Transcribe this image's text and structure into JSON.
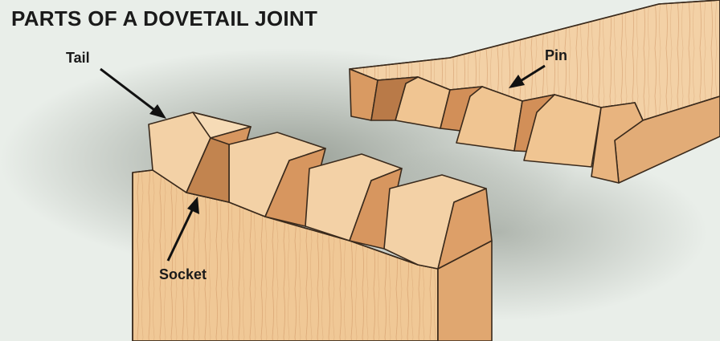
{
  "diagram": {
    "title": "PARTS OF A DOVETAIL JOINT",
    "labels": {
      "tail": "Tail",
      "pin": "Pin",
      "socket": "Socket"
    }
  },
  "colors": {
    "wood_light": "#f3d1a6",
    "wood_mid": "#e6b27d",
    "wood_dark": "#cf8f58",
    "shadow": "#9ea59a",
    "outline": "#3a2a1c",
    "background": "#e9eee9"
  }
}
